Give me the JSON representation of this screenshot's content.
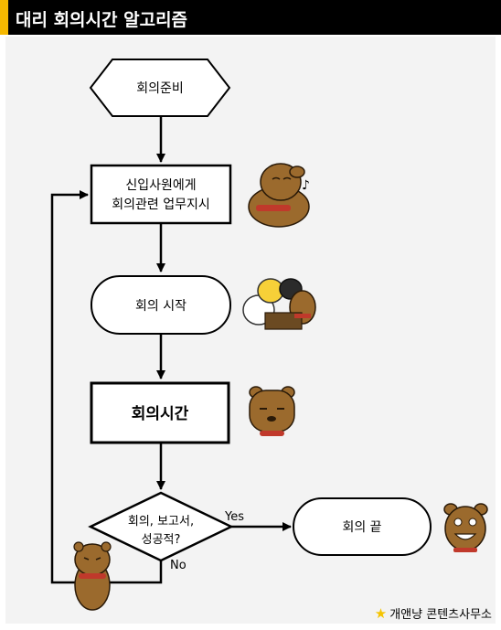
{
  "title": "대리 회의시간 알고리즘",
  "colors": {
    "title_bg": "#000000",
    "accent": "#f5b800",
    "panel": "#f3f3f3",
    "character": "#9b6a2d",
    "collar": "#c0392b"
  },
  "nodes": {
    "prep": "회의준비",
    "instruct_line1": "신입사원에게",
    "instruct_line2": "회의관련 업무지시",
    "start": "회의 시작",
    "meeting_time": "회의시간",
    "decision_line1": "회의, 보고서,",
    "decision_line2": "성공적?",
    "end": "회의 끝"
  },
  "edges": {
    "yes": "Yes",
    "no": "No"
  },
  "characters": [
    "singing-bear",
    "friends-group",
    "stare-bear",
    "crying-bear",
    "grin-bear"
  ],
  "footer": {
    "star_icon": "star-icon",
    "credit": "개앤냥 콘텐츠사무소"
  }
}
